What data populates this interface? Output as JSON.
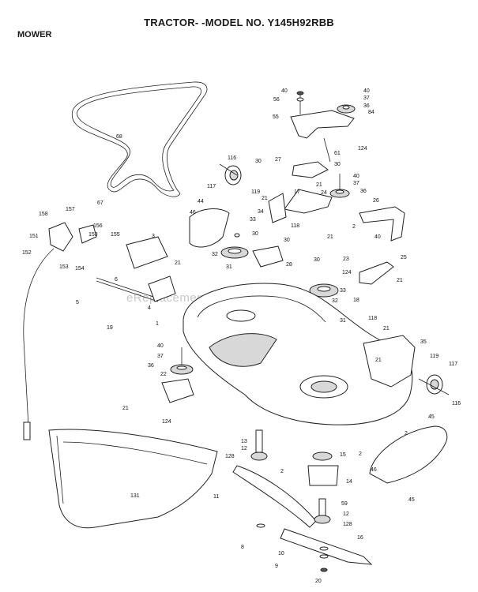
{
  "header": {
    "title": "TRACTOR- -MODEL NO. Y145H92RBB",
    "section": "MOWER"
  },
  "watermark": "eReplacementParts.com",
  "part_labels": [
    {
      "id": "40a",
      "text": "40"
    },
    {
      "id": "56",
      "text": "56"
    },
    {
      "id": "40b",
      "text": "40"
    },
    {
      "id": "37a",
      "text": "37"
    },
    {
      "id": "36a",
      "text": "36"
    },
    {
      "id": "84",
      "text": "84"
    },
    {
      "id": "55",
      "text": "55"
    },
    {
      "id": "124a",
      "text": "124"
    },
    {
      "id": "61",
      "text": "61"
    },
    {
      "id": "68",
      "text": "68"
    },
    {
      "id": "116a",
      "text": "116"
    },
    {
      "id": "30a",
      "text": "30"
    },
    {
      "id": "27",
      "text": "27"
    },
    {
      "id": "30b",
      "text": "30"
    },
    {
      "id": "40c",
      "text": "40"
    },
    {
      "id": "37b",
      "text": "37"
    },
    {
      "id": "117a",
      "text": "117"
    },
    {
      "id": "119a",
      "text": "119"
    },
    {
      "id": "17",
      "text": "17"
    },
    {
      "id": "21a",
      "text": "21"
    },
    {
      "id": "24",
      "text": "24"
    },
    {
      "id": "36b",
      "text": "36"
    },
    {
      "id": "26",
      "text": "26"
    },
    {
      "id": "21b",
      "text": "21"
    },
    {
      "id": "34",
      "text": "34"
    },
    {
      "id": "46a",
      "text": "46"
    },
    {
      "id": "44",
      "text": "44"
    },
    {
      "id": "118a",
      "text": "118"
    },
    {
      "id": "158",
      "text": "158"
    },
    {
      "id": "157",
      "text": "157"
    },
    {
      "id": "67",
      "text": "67"
    },
    {
      "id": "33a",
      "text": "33"
    },
    {
      "id": "2a",
      "text": "2"
    },
    {
      "id": "40d",
      "text": "40"
    },
    {
      "id": "21c",
      "text": "21"
    },
    {
      "id": "151",
      "text": "151"
    },
    {
      "id": "156",
      "text": "156"
    },
    {
      "id": "153a",
      "text": "153"
    },
    {
      "id": "155",
      "text": "155"
    },
    {
      "id": "3",
      "text": "3"
    },
    {
      "id": "30c",
      "text": "30"
    },
    {
      "id": "30d",
      "text": "30"
    },
    {
      "id": "152",
      "text": "152"
    },
    {
      "id": "32a",
      "text": "32"
    },
    {
      "id": "21d",
      "text": "21"
    },
    {
      "id": "25",
      "text": "25"
    },
    {
      "id": "153b",
      "text": "153"
    },
    {
      "id": "154",
      "text": "154"
    },
    {
      "id": "31a",
      "text": "31"
    },
    {
      "id": "28",
      "text": "28"
    },
    {
      "id": "30e",
      "text": "30"
    },
    {
      "id": "23",
      "text": "23"
    },
    {
      "id": "124b",
      "text": "124"
    },
    {
      "id": "21e",
      "text": "21"
    },
    {
      "id": "6",
      "text": "6"
    },
    {
      "id": "5",
      "text": "5"
    },
    {
      "id": "33b",
      "text": "33"
    },
    {
      "id": "18",
      "text": "18"
    },
    {
      "id": "32b",
      "text": "32"
    },
    {
      "id": "4",
      "text": "4"
    },
    {
      "id": "31b",
      "text": "31"
    },
    {
      "id": "19",
      "text": "19"
    },
    {
      "id": "1",
      "text": "1"
    },
    {
      "id": "118b",
      "text": "118"
    },
    {
      "id": "21f",
      "text": "21"
    },
    {
      "id": "35",
      "text": "35"
    },
    {
      "id": "40e",
      "text": "40"
    },
    {
      "id": "21g",
      "text": "21"
    },
    {
      "id": "37c",
      "text": "37"
    },
    {
      "id": "119b",
      "text": "119"
    },
    {
      "id": "117b",
      "text": "117"
    },
    {
      "id": "36c",
      "text": "36"
    },
    {
      "id": "22",
      "text": "22"
    },
    {
      "id": "116b",
      "text": "116"
    },
    {
      "id": "21h",
      "text": "21"
    },
    {
      "id": "45a",
      "text": "45"
    },
    {
      "id": "124c",
      "text": "124"
    },
    {
      "id": "2b",
      "text": "2"
    },
    {
      "id": "13",
      "text": "13"
    },
    {
      "id": "12a",
      "text": "12"
    },
    {
      "id": "15",
      "text": "15"
    },
    {
      "id": "2c",
      "text": "2"
    },
    {
      "id": "128a",
      "text": "128"
    },
    {
      "id": "2d",
      "text": "2"
    },
    {
      "id": "46b",
      "text": "46"
    },
    {
      "id": "14",
      "text": "14"
    },
    {
      "id": "131",
      "text": "131"
    },
    {
      "id": "11",
      "text": "11"
    },
    {
      "id": "45b",
      "text": "45"
    },
    {
      "id": "59",
      "text": "59"
    },
    {
      "id": "12b",
      "text": "12"
    },
    {
      "id": "128b",
      "text": "128"
    },
    {
      "id": "16",
      "text": "16"
    },
    {
      "id": "8",
      "text": "8"
    },
    {
      "id": "10",
      "text": "10"
    },
    {
      "id": "9",
      "text": "9"
    },
    {
      "id": "20",
      "text": "20"
    }
  ]
}
